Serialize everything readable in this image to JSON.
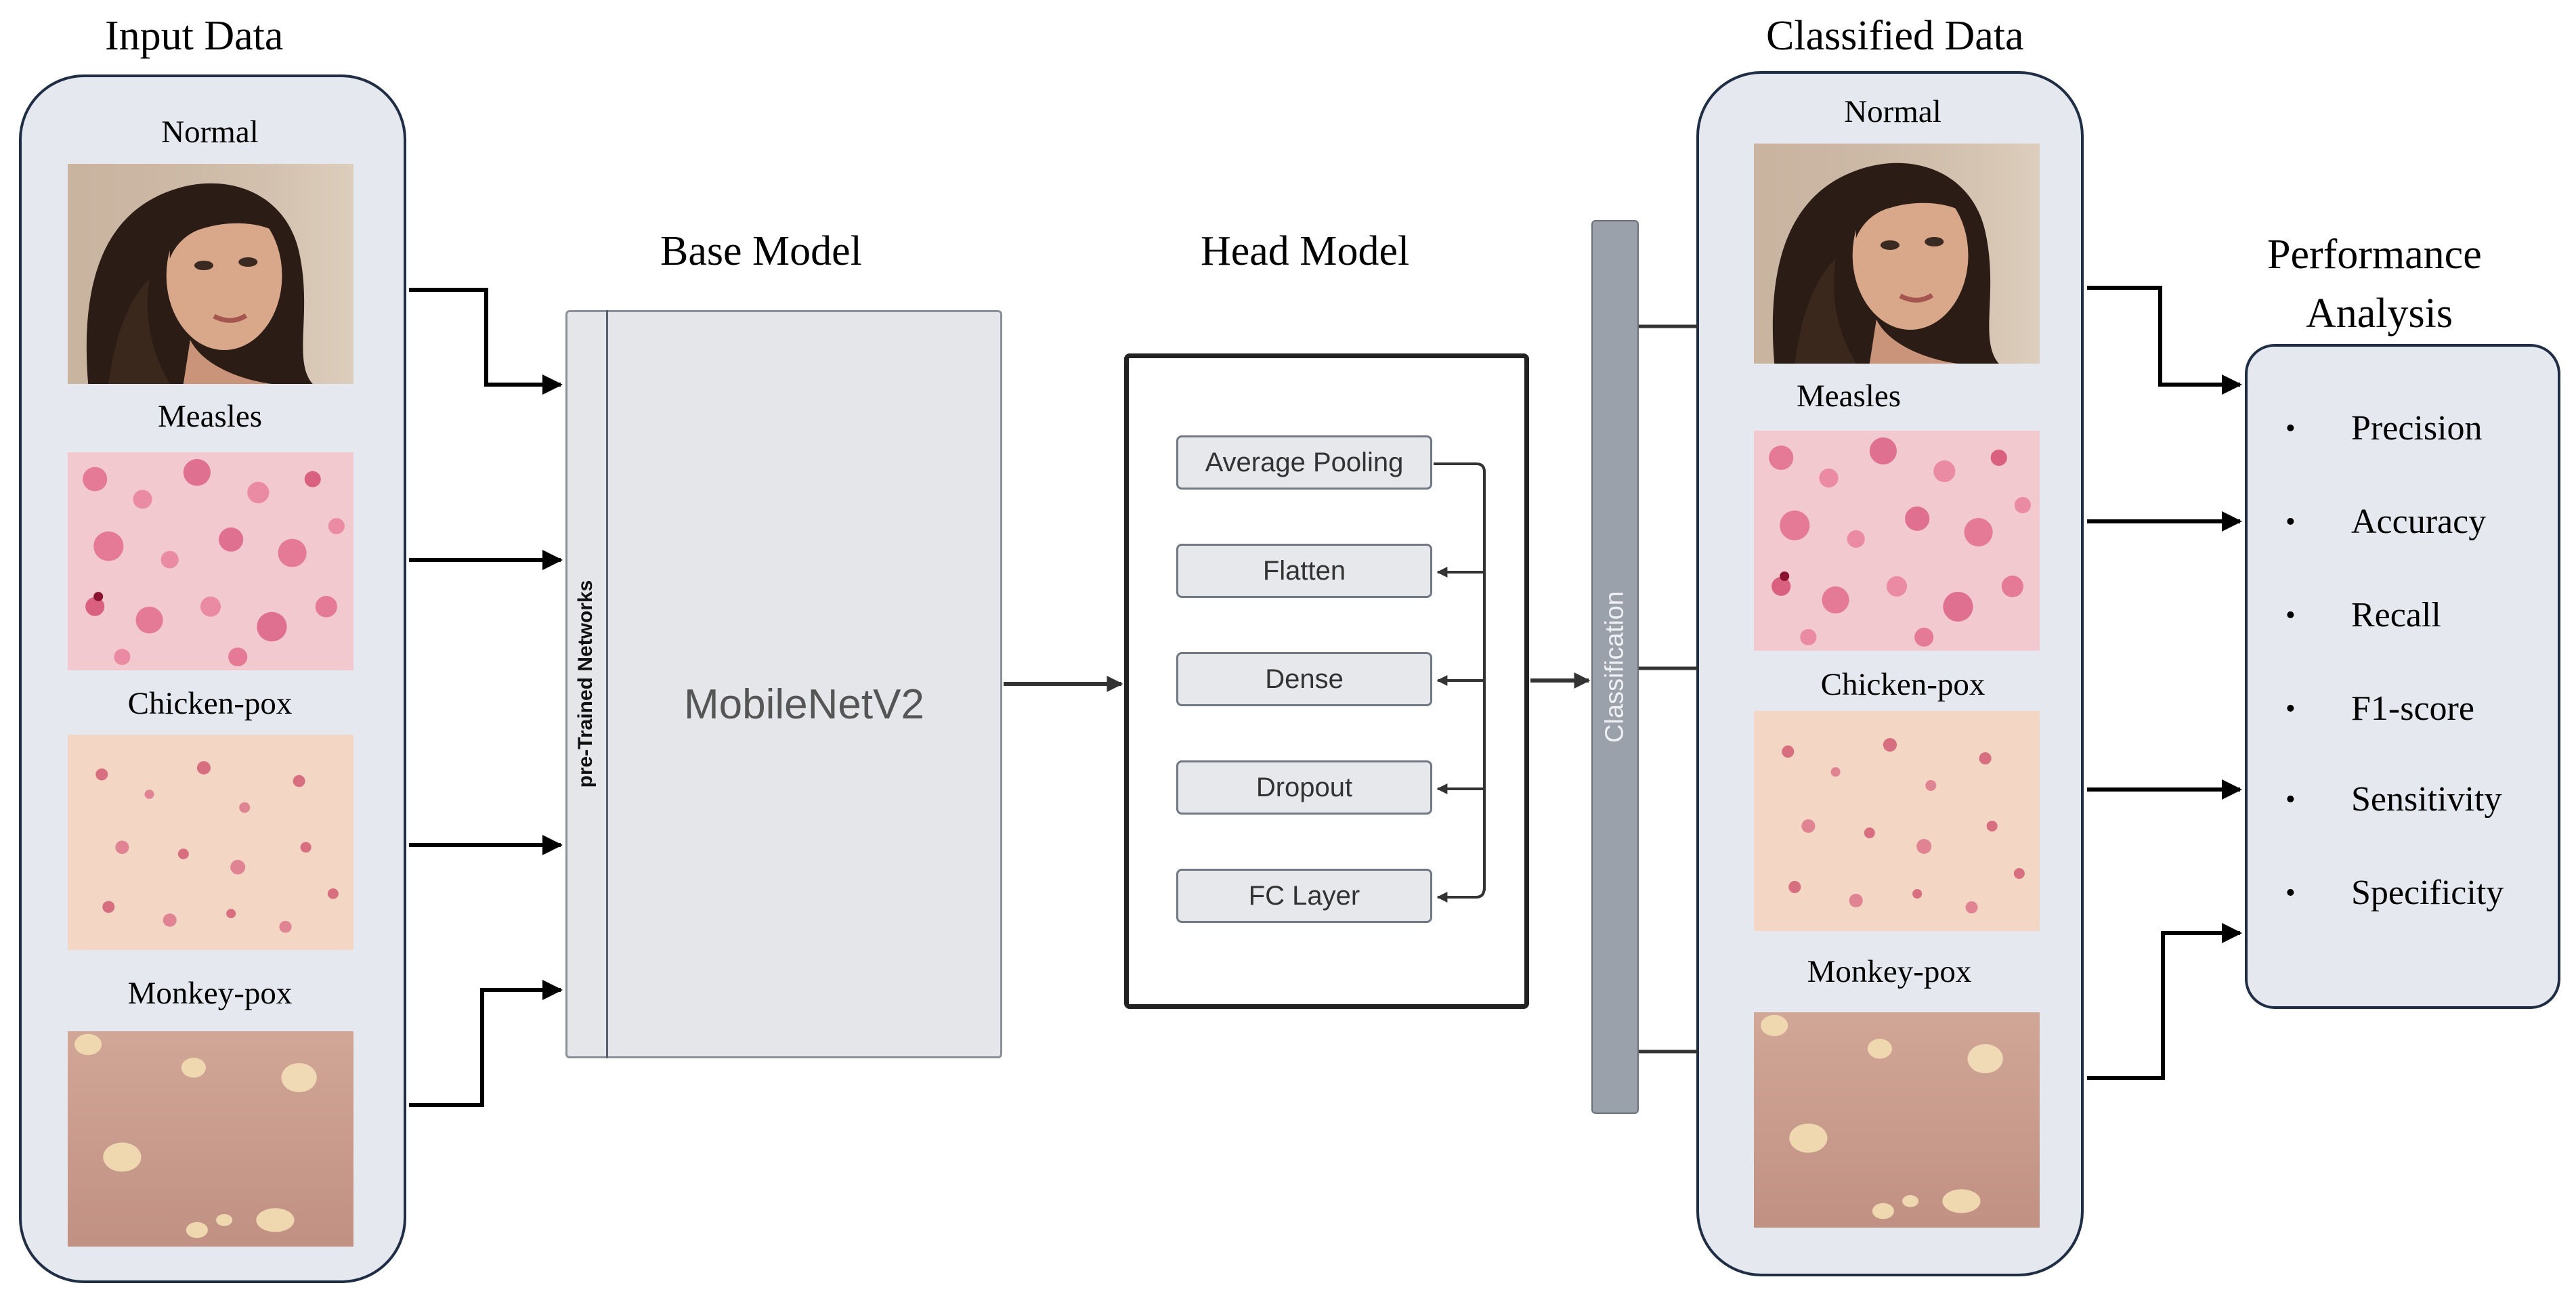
{
  "input_panel": {
    "title": "Input Data",
    "classes": [
      "Normal",
      "Measles",
      "Chicken-pox",
      "Monkey-pox"
    ]
  },
  "base_model": {
    "title": "Base Model",
    "side_label": "pre-Trained Networks",
    "name": "MobileNetV2"
  },
  "head_model": {
    "title": "Head Model",
    "layers": [
      "Average Pooling",
      "Flatten",
      "Dense",
      "Dropout",
      "FC Layer"
    ]
  },
  "classification_label": "Classification",
  "output_panel": {
    "title": "Classified Data",
    "classes": [
      "Normal",
      "Measles",
      "Chicken-pox",
      "Monkey-pox"
    ]
  },
  "performance": {
    "title_line1": "Performance",
    "title_line2": "Analysis",
    "metrics": [
      "Precision",
      "Accuracy",
      "Recall",
      "F1-score",
      "Sensitivity",
      "Specificity"
    ],
    "bullet": "•"
  },
  "colors": {
    "panel_fill": "#e5e8ef",
    "panel_border": "#1f2d45",
    "classification_bar": "#9aa1ab",
    "arrow": "#000000"
  },
  "icons": {
    "normal": "portrait-photo",
    "measles": "measles-rash-photo",
    "chickenpox": "chickenpox-rash-photo",
    "monkeypox": "monkeypox-lesions-photo"
  }
}
